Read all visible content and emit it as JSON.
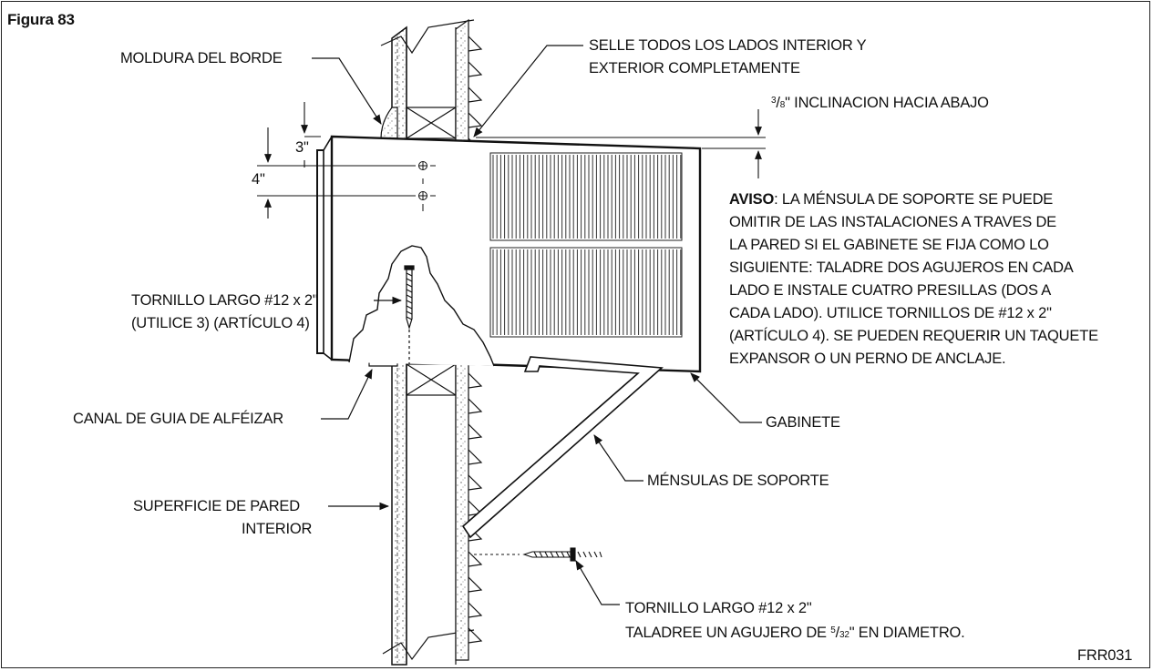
{
  "figure": {
    "title": "Figura 83",
    "code": "FRR031"
  },
  "labels": {
    "edge_molding": "MOLDURA DEL BORDE",
    "seal_line1": "SELLE TODOS LOS LADOS INTERIOR Y",
    "seal_line2": "EXTERIOR COMPLETAMENTE",
    "slope_fraction_num": "3",
    "slope_fraction_den": "8",
    "slope_text": "\" INCLINACION HACIA ABAJO",
    "dim_3": "3\"",
    "dim_4": "4\"",
    "screw_upper_line1": "TORNILLO LARGO #12 x 2\"",
    "screw_upper_line2": "(UTILICE 3) (ARTÍCULO 4)",
    "sill_channel": "CANAL DE GUIA DE ALFÉIZAR",
    "cabinet": "GABINETE",
    "support_brackets": "MÉNSULAS DE SOPORTE",
    "wall_surface_line1": "SUPERFICIE DE PARED",
    "wall_surface_line2": "INTERIOR",
    "screw_lower_line1": "TORNILLO LARGO #12 x 2\"",
    "screw_lower_line2_pre": "TALADREE UN AGUJERO DE ",
    "screw_lower_frac_num": "5",
    "screw_lower_frac_den": "32",
    "screw_lower_line2_post": "\" EN DIAMETRO."
  },
  "notice": {
    "heading": "AVISO",
    "line1": ": LA MÉNSULA DE SOPORTE SE PUEDE",
    "line2": "OMITIR DE LAS INSTALACIONES A TRAVES DE",
    "line3": "LA PARED SI EL GABINETE SE FIJA COMO LO",
    "line4": "SIGUIENTE: TALADRE DOS AGUJEROS EN CADA",
    "line5": "LADO E INSTALE CUATRO PRESILLAS (DOS A",
    "line6": "CADA LADO). UTILICE TORNILLOS DE #12 x 2\"",
    "line7": "(ARTÍCULO 4). SE PUEDEN REQUERIR UN TAQUETE",
    "line8": "EXPANSOR O UN PERNO DE ANCLAJE."
  },
  "colors": {
    "line": "#1a1a1a",
    "background": "#ffffff"
  }
}
